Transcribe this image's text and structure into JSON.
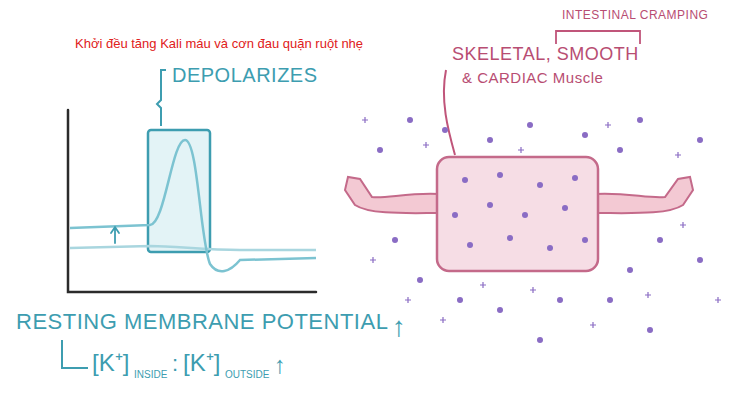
{
  "diagram": {
    "title": "Khởi đều tăng Kali máu và cơn đau quặn ruột nhẹ",
    "labels": [
      "DEPOLARIZES",
      "INTESTINAL CRAMPING",
      "SKELETAL, SMOOTH",
      "& CARDIAC Muscle",
      "RESTING MEMBRANE POTENTIAL",
      "↑",
      "[K⁺]",
      "INSIDE",
      ":",
      "[K⁺]",
      "OUTSIDE",
      "↑"
    ]
  }
}
